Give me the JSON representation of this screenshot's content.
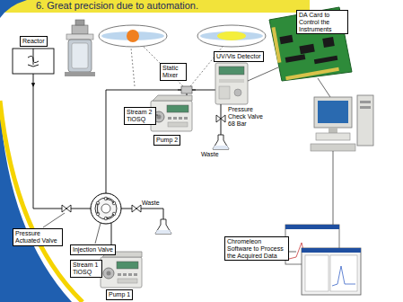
{
  "diagram": {
    "title": "6. Great precision due to automation.",
    "nodes": [
      {
        "text": [
          "DA Card to Control the Instruments"
        ]
      },
      {
        "text": [
          "Reactor"
        ]
      },
      {
        "text": [
          "UV/Vis Detector"
        ]
      },
      {
        "text": [
          "Static Mixer"
        ]
      },
      {
        "text": [
          "Stream 2 TiOSQ"
        ]
      },
      {
        "text": [
          "Pump 2"
        ]
      },
      {
        "text": [
          "Pressure Actuated Valve"
        ]
      },
      {
        "text": [
          "Chromeleon Software to Process the Acquired Data"
        ]
      },
      {
        "text": [
          "Injection Valve"
        ]
      },
      {
        "text": [
          "Stream 1 TiOSQ"
        ]
      },
      {
        "text": [
          "Pump 1"
        ]
      }
    ],
    "labels": [
      "Waste",
      "Pressure Check Valve 68 Bar",
      "Waste"
    ]
  }
}
